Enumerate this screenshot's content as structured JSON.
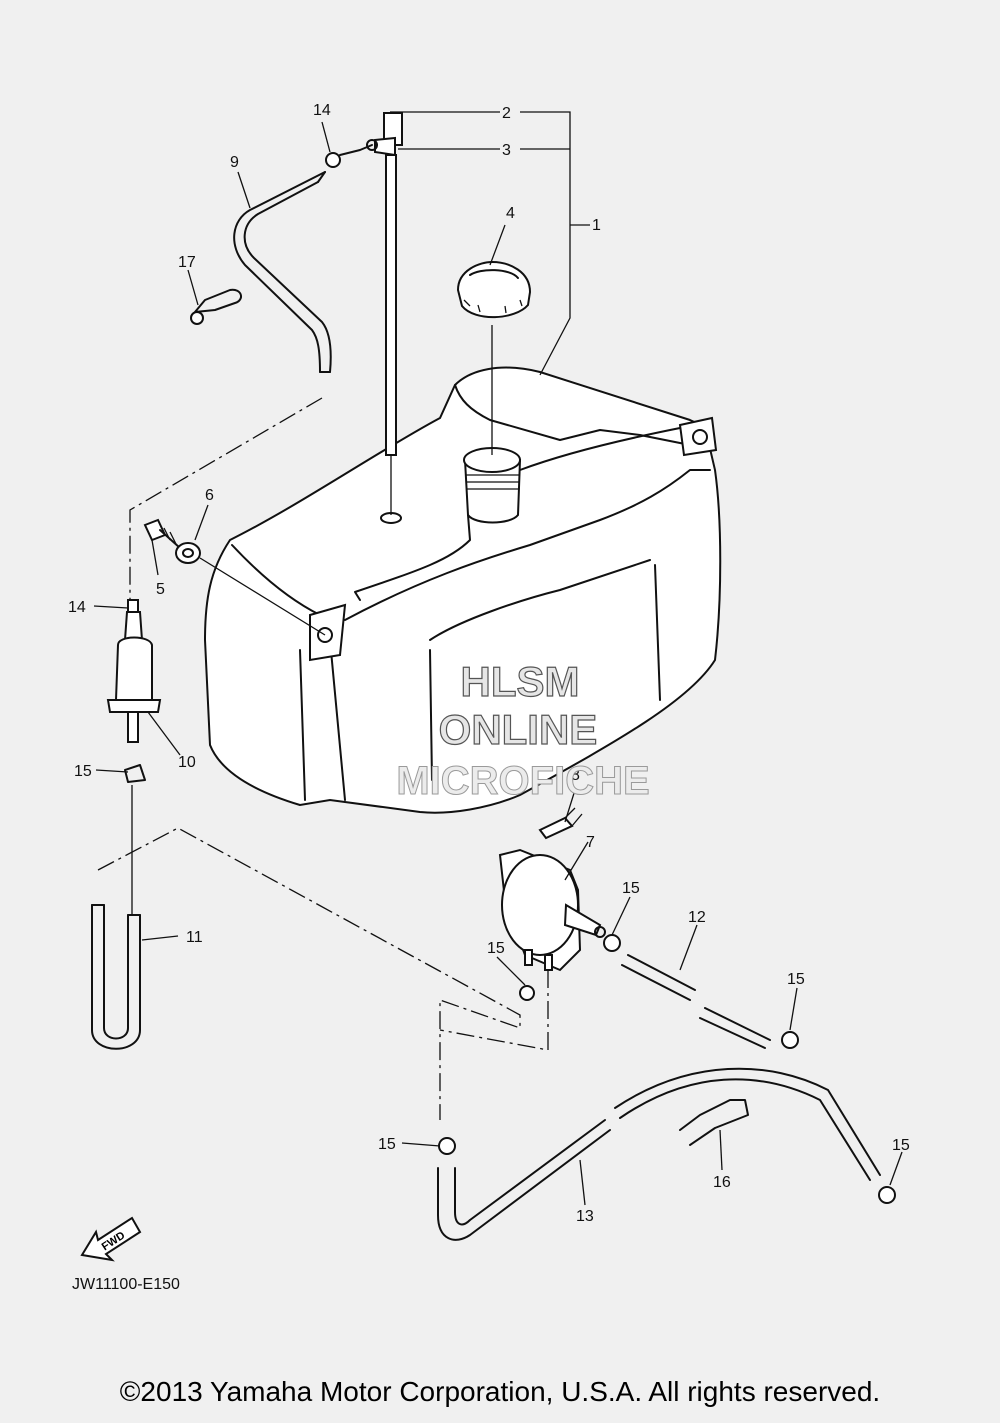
{
  "diagram": {
    "callouts": {
      "c1": "1",
      "c2": "2",
      "c3": "3",
      "c4": "4",
      "c5": "5",
      "c6": "6",
      "c7": "7",
      "c8": "8",
      "c9": "9",
      "c10": "10",
      "c11": "11",
      "c12": "12",
      "c13": "13",
      "c14a": "14",
      "c14b": "14",
      "c15a": "15",
      "c15b": "15",
      "c15c": "15",
      "c15d": "15",
      "c15e": "15",
      "c15f": "15",
      "c16": "16",
      "c17": "17"
    },
    "fwd_label": "FWD",
    "drawing_code": "JW11100-E150"
  },
  "watermark": {
    "line1": "HLSM",
    "line2": "ONLINE",
    "line3": "MICROFICHE"
  },
  "footer": {
    "copyright": "©2013 Yamaha Motor Corporation, U.S.A. All rights reserved."
  }
}
